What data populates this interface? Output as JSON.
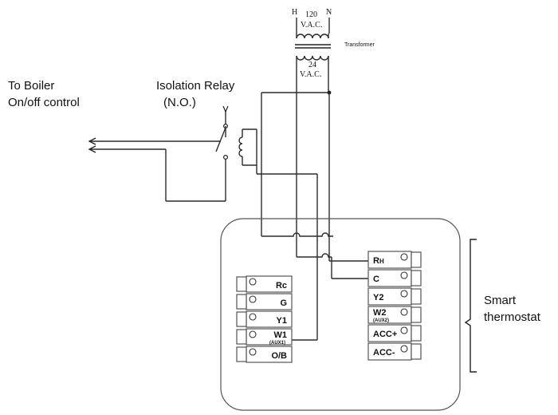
{
  "transformer": {
    "primary_h": "H",
    "primary_voltage": "120",
    "primary_n": "N",
    "primary_unit": "V.A.C.",
    "label": "Transformer",
    "secondary_voltage": "24",
    "secondary_unit": "V.A.C."
  },
  "boiler": {
    "line1": "To Boiler",
    "line2": "On/off control"
  },
  "relay": {
    "title": "Isolation Relay",
    "subtitle": "(N.O.)"
  },
  "thermostat": {
    "label_line1": "Smart",
    "label_line2": "thermostat",
    "left_terminals": [
      {
        "main": "Rc",
        "sub": ""
      },
      {
        "main": "G",
        "sub": ""
      },
      {
        "main": "Y1",
        "sub": ""
      },
      {
        "main": "W1",
        "sub": "(AUX1)"
      },
      {
        "main": "O/B",
        "sub": ""
      }
    ],
    "right_terminals": [
      {
        "main": "RH",
        "sub": ""
      },
      {
        "main": "C",
        "sub": ""
      },
      {
        "main": "Y2",
        "sub": ""
      },
      {
        "main": "W2",
        "sub": "(AUX2)"
      },
      {
        "main": "ACC+",
        "sub": ""
      },
      {
        "main": "ACC-",
        "sub": ""
      }
    ]
  }
}
